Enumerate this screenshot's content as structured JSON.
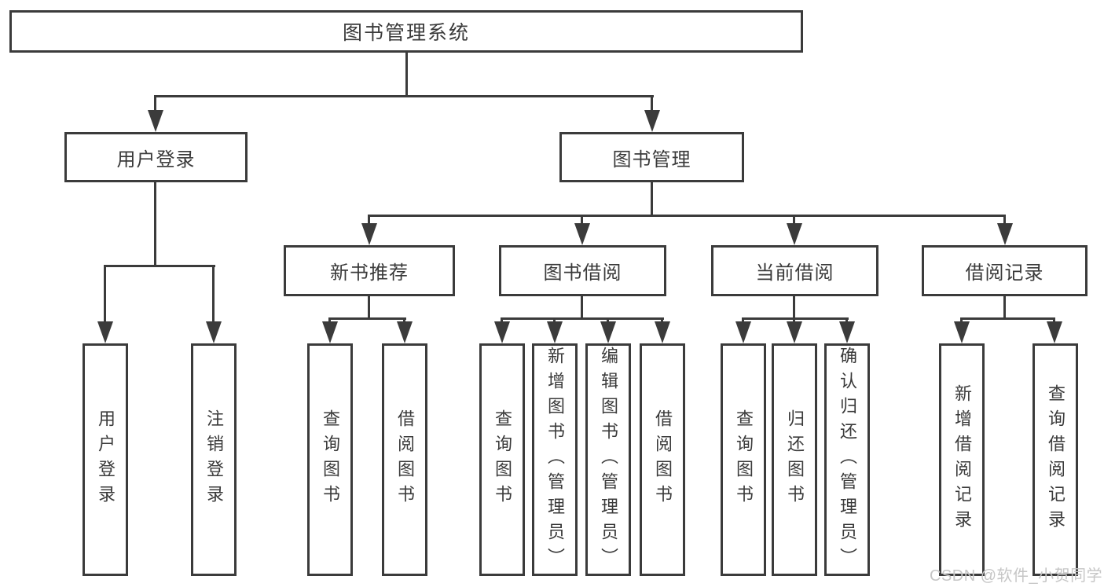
{
  "diagram": {
    "title": "图书管理系统",
    "level2": [
      {
        "label": "用户登录"
      },
      {
        "label": "图书管理"
      }
    ],
    "level3": [
      {
        "label": "新书推荐"
      },
      {
        "label": "图书借阅"
      },
      {
        "label": "当前借阅"
      },
      {
        "label": "借阅记录"
      }
    ],
    "leaves": {
      "user_login": [
        "用户登录",
        "注销登录"
      ],
      "new_books": [
        "查询图书",
        "借阅图书"
      ],
      "book_borrow": [
        "查询图书",
        "新增图书（管理员）",
        "编辑图书（管理员）",
        "借阅图书"
      ],
      "current_borrow": [
        "查询图书",
        "归还图书",
        "确认归还（管理员）"
      ],
      "borrow_records": [
        "新增借阅记录",
        "查询借阅记录"
      ]
    },
    "colors": {
      "line": "#3b3b3b",
      "text": "#3a3a3a",
      "background": "#ffffff",
      "watermark": "#c6c6c6"
    }
  },
  "watermark": {
    "text": "CSDN @软件_小贺同学"
  }
}
